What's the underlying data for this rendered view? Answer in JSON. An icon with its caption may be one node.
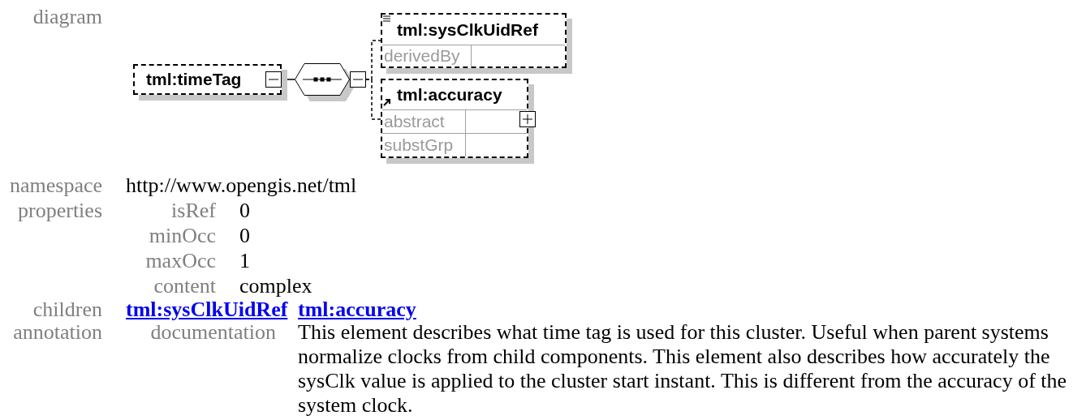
{
  "diagram": {
    "nodes": [
      {
        "text": [
          "tml:timeTag"
        ]
      },
      {
        "text": [],
        "shape": "octagon"
      },
      {
        "text": [
          "tml:sysClkUidRef",
          "derivedBy"
        ]
      },
      {
        "text": [
          "tml:accuracy",
          "abstract",
          "substGrp"
        ]
      }
    ],
    "edges": [
      {
        "from": 0,
        "to": 1,
        "arrow": "none"
      },
      {
        "from": 1,
        "to": 2,
        "arrow": "none",
        "style": "dashed"
      },
      {
        "from": 1,
        "to": 3,
        "arrow": "none",
        "style": "dashed"
      }
    ],
    "labels": [
      "diagram",
      "namespace",
      "http://www.opengis.net/tml",
      "properties",
      "isRef",
      "0",
      "minOcc",
      "0",
      "maxOcc",
      "1",
      "content",
      "complex",
      "children",
      "tml:sysClkUidRef",
      "tml:accuracy",
      "annotation",
      "documentation",
      "This element describes what time tag is used for this cluster. Useful when parent systems normalize clocks from child components. This element also describes how accurately the sysClk value is applied to the cluster start instant. This is different from the accuracy of the system clock."
    ]
  }
}
